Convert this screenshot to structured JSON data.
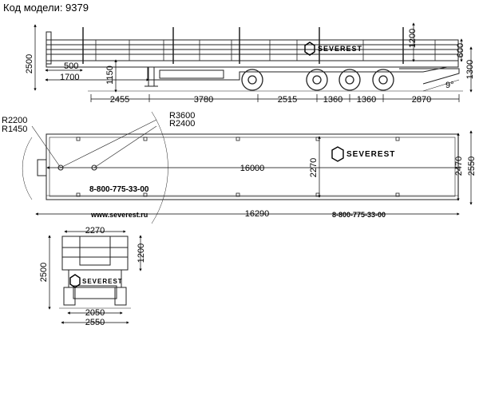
{
  "header": {
    "model_label": "Код модели: 9379"
  },
  "brand": {
    "logo_text": "SEVEREST",
    "website": "www.severest.ru",
    "phone": "8-800-775-33-00"
  },
  "side_view": {
    "overall_height": "2500",
    "front_offset_500": "500",
    "front_offset_1700": "1700",
    "fifth_wheel_height": "1150",
    "stake_height": "1200",
    "side_board_height": "600",
    "deck_height": "1300",
    "rear_angle": "9°",
    "spans": [
      "2455",
      "3780",
      "2515",
      "1360",
      "1360",
      "2870"
    ]
  },
  "top_view": {
    "radius_2200": "R2200",
    "radius_1450": "R1450",
    "radius_3600": "R3600",
    "radius_2400": "R2400",
    "inner_length": "16000",
    "inner_width": "2270",
    "outer_width_2470": "2470",
    "outer_width_2550": "2550",
    "overall_length": "16290"
  },
  "front_view": {
    "top_width": "2270",
    "stake_height": "1200",
    "overall_height": "2500",
    "track_width": "2050",
    "overall_width": "2550"
  }
}
